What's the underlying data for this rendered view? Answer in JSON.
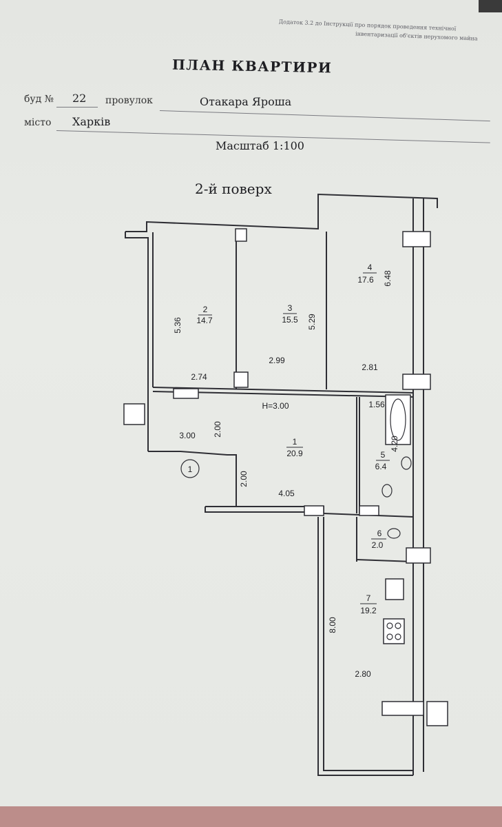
{
  "doc_ref": {
    "line1": "Додаток 3.2 до Інструкції про порядок проведення технічної",
    "line2": "інвентаризації об'єктів нерухомого майна"
  },
  "title": "ПЛАН КВАРТИРИ",
  "address": {
    "building_label": "буд №",
    "building_number": "22",
    "street_label": "провулок",
    "street_name": "Отакара Яроша",
    "city_label": "місто",
    "city_name": "Харків"
  },
  "scale": "Масштаб 1:100",
  "floor": "2-й поверх",
  "plan": {
    "height_note": "H=3.00",
    "entrance_marker": "1",
    "rooms": [
      {
        "number": "1",
        "area": "20.9"
      },
      {
        "number": "2",
        "area": "14.7"
      },
      {
        "number": "3",
        "area": "15.5"
      },
      {
        "number": "4",
        "area": "17.6"
      },
      {
        "number": "5",
        "area": "6.4"
      },
      {
        "number": "6",
        "area": "2.0"
      },
      {
        "number": "7",
        "area": "19.2"
      }
    ],
    "dimensions": {
      "d_536": "5.36",
      "d_529": "5.29",
      "d_648": "6.48",
      "d_274": "2.74",
      "d_299": "2.99",
      "d_281": "2.81",
      "d_156": "1.56",
      "d_420": "4.20",
      "d_300": "3.00",
      "d_200a": "2.00",
      "d_200b": "2.00",
      "d_405": "4.05",
      "d_800": "8.00",
      "d_280": "2.80"
    }
  }
}
